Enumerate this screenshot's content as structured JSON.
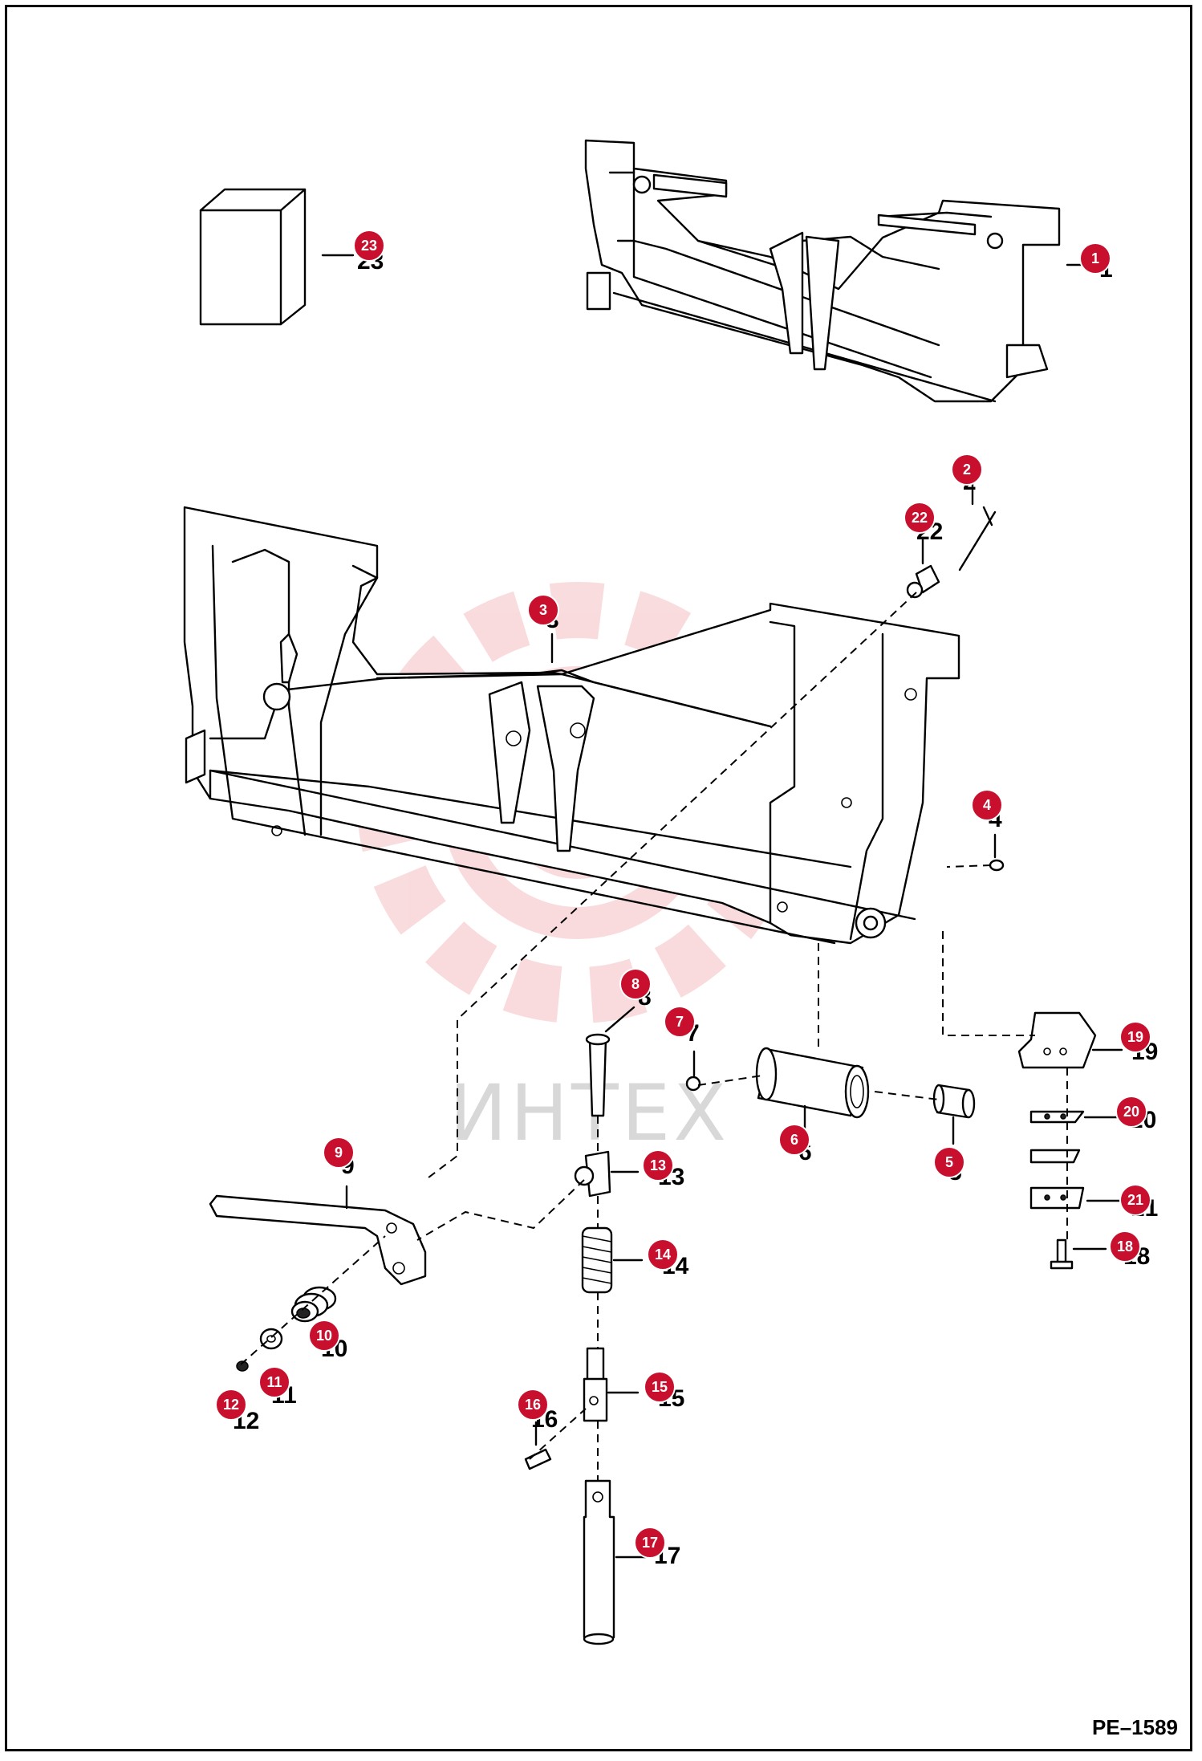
{
  "drawing_ref": "PE–1589",
  "watermark": "ИНТЕХ",
  "parts": [
    {
      "num": "1",
      "callout": "1"
    },
    {
      "num": "2",
      "callout": "2"
    },
    {
      "num": "3",
      "callout": "3"
    },
    {
      "num": "4",
      "callout": "4"
    },
    {
      "num": "5",
      "callout": "5"
    },
    {
      "num": "6",
      "callout": "6"
    },
    {
      "num": "7",
      "callout": "7"
    },
    {
      "num": "8",
      "callout": "8"
    },
    {
      "num": "9",
      "callout": "9"
    },
    {
      "num": "10",
      "callout": "10"
    },
    {
      "num": "11",
      "callout": "11"
    },
    {
      "num": "12",
      "callout": "12"
    },
    {
      "num": "13",
      "callout": "13"
    },
    {
      "num": "14",
      "callout": "14"
    },
    {
      "num": "15",
      "callout": "15"
    },
    {
      "num": "16",
      "callout": "16"
    },
    {
      "num": "17",
      "callout": "17"
    },
    {
      "num": "18",
      "callout": "18"
    },
    {
      "num": "19",
      "callout": "19"
    },
    {
      "num": "20",
      "callout": "20"
    },
    {
      "num": "21",
      "callout": "21"
    },
    {
      "num": "22",
      "callout": "22"
    },
    {
      "num": "23",
      "callout": "23"
    }
  ]
}
